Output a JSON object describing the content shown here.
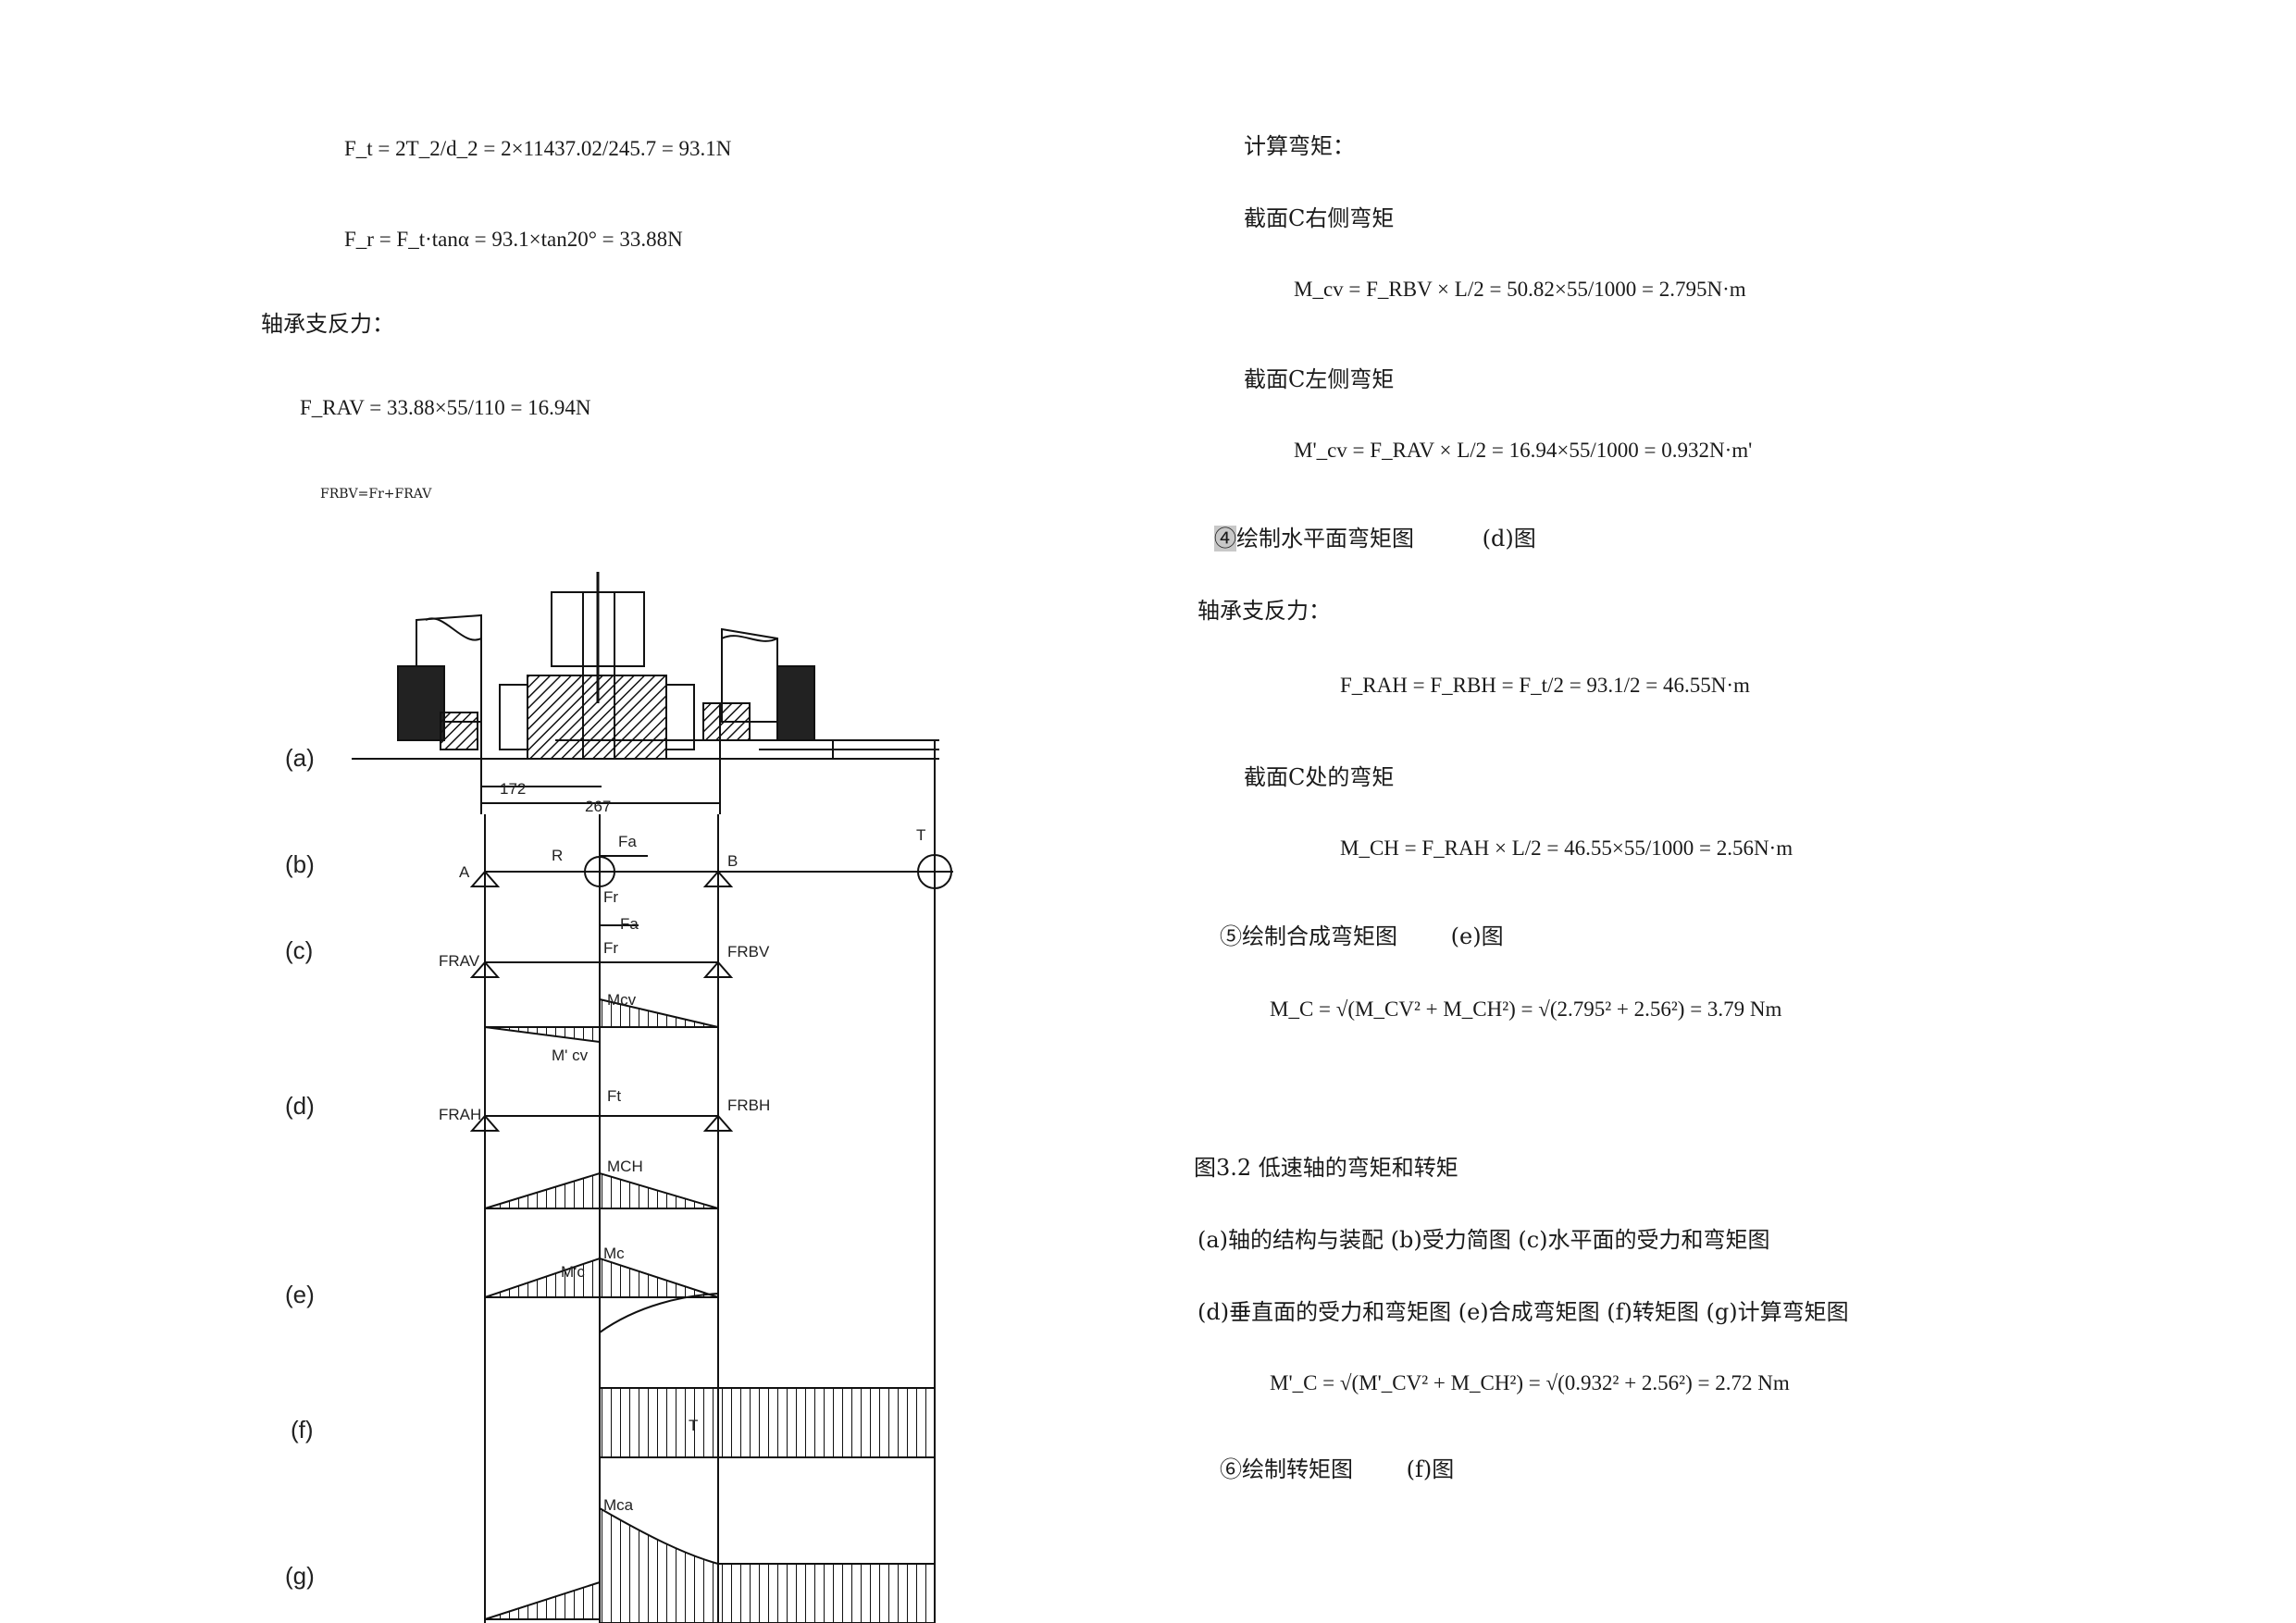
{
  "left": {
    "eq_ft": "F_t = 2T_2/d_2 = 2×11437.02/245.7 = 93.1N",
    "eq_fr": "F_r = F_t·tanα = 93.1×tan20° = 33.88N",
    "bearing_heading": "轴承支反力：",
    "eq_frav": "F_RAV = 33.88×55/110 = 16.94N",
    "eq_frbv": "FRBV=Fr+FRAV"
  },
  "diagram": {
    "labels": [
      "(a)",
      "(b)",
      "(c)",
      "(d)",
      "(e)",
      "(f)",
      "(g)"
    ],
    "dims": [
      "172",
      "267"
    ],
    "points": {
      "A": "A",
      "B": "B",
      "T": "T"
    },
    "forces": {
      "R": "R",
      "Fa": "Fa",
      "Fr": "Fr",
      "Ft": "Ft",
      "FRAV": "FRAV",
      "FRBH": "FRBH",
      "FRAH": "FRAH",
      "FRBV": "FRBV"
    },
    "moments": {
      "Mcv": "Mcv",
      "Mpcv": "M' cv",
      "MCH": "MCH",
      "Mc": "Mc",
      "Mpc": "M'c",
      "T": "T",
      "Mca": "Mca"
    }
  },
  "right": {
    "calc_moment": "计算弯矩：",
    "section_c_right": "截面C右侧弯矩",
    "eq_mcv": "M_cv = F_RBV × L/2 = 50.82×55/1000 = 2.795N·m",
    "section_c_left": "截面C左侧弯矩",
    "eq_mpcv": "M'_cv = F_RAV × L/2 = 16.94×55/1000 = 0.932N·m'",
    "step4_num": "④",
    "step4_text": "绘制水平面弯矩图",
    "step4_fig": "(d)图",
    "bearing_heading": "轴承支反力：",
    "eq_frah": "F_RAH = F_RBH = F_t/2 = 93.1/2 = 46.55N·m",
    "section_c_moment": "截面C处的弯矩",
    "eq_mch": "M_CH = F_RAH × L/2 = 46.55×55/1000 = 2.56N·m",
    "step5": "⑤绘制合成弯矩图",
    "step5_fig": "(e)图",
    "eq_mc": "M_C = √(M_CV² + M_CH²) = √(2.795² + 2.56²) = 3.79 Nm",
    "fig_caption": "图3.2 低速轴的弯矩和转矩",
    "caption_line1": "(a)轴的结构与装配 (b)受力简图 (c)水平面的受力和弯矩图",
    "caption_line2": "(d)垂直面的受力和弯矩图 (e)合成弯矩图 (f)转矩图 (g)计算弯矩图",
    "eq_mpc": "M'_C = √(M'_CV² + M_CH²) = √(0.932² + 2.56²) = 2.72 Nm",
    "step6": "⑥绘制转矩图",
    "step6_fig": "(f)图"
  }
}
